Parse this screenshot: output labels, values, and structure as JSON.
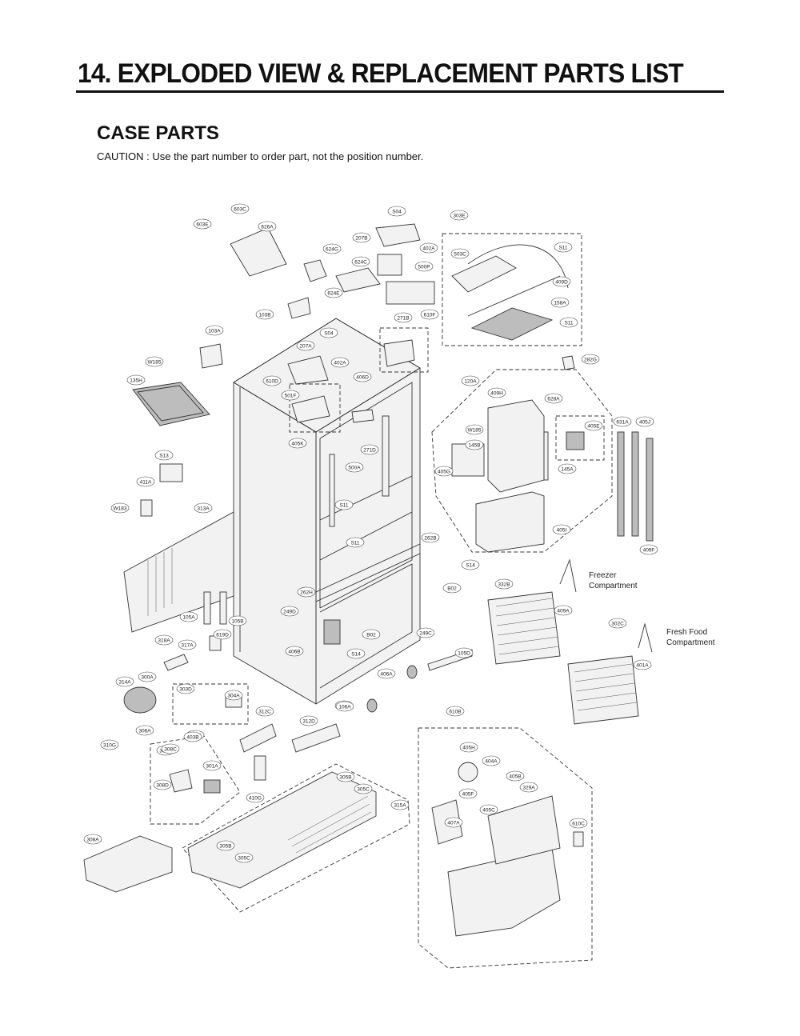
{
  "page": {
    "title": "14. EXPLODED VIEW & REPLACEMENT PARTS LIST",
    "section_title": "CASE PARTS",
    "caution": "CAUTION : Use the part number to order part, not the position number."
  },
  "diagram": {
    "compartment_labels": {
      "freezer_line1": "Freezer",
      "freezer_line2": "Compartment",
      "fresh_line1": "Fresh Food",
      "fresh_line2": "Compartment"
    },
    "callouts": [
      "603E",
      "603C",
      "626A",
      "S04",
      "207B",
      "402A",
      "303E",
      "624G",
      "624C",
      "500P",
      "S11",
      "503C",
      "409D",
      "624E",
      "103B",
      "610F",
      "158A",
      "S11",
      "271B",
      "103A",
      "S04",
      "207A",
      "402A",
      "282G",
      "W185",
      "610D",
      "406D",
      "120A",
      "409H",
      "628A",
      "135H",
      "501F",
      "W185",
      "405E",
      "631A",
      "405J",
      "405K",
      "271D",
      "S13",
      "500A",
      "145B",
      "405G",
      "145A",
      "411A",
      "W183",
      "313A",
      "S11",
      "S11",
      "405I",
      "409F",
      "262B",
      "S14",
      "B02",
      "332B",
      "262H",
      "105A",
      "105B",
      "249D",
      "409A",
      "302C",
      "318A",
      "317A",
      "619D",
      "B02",
      "249C",
      "406B",
      "S14",
      "105D",
      "406A",
      "401A",
      "314A",
      "300A",
      "106A",
      "303D",
      "304A",
      "106A",
      "610B",
      "307A",
      "312C",
      "312D",
      "408B",
      "310G",
      "306A",
      "403B",
      "405H",
      "308C",
      "301A",
      "404A",
      "405B",
      "329A",
      "308D",
      "305B",
      "410G",
      "405F",
      "305C",
      "315A",
      "405C",
      "610C",
      "407A",
      "308A",
      "305B",
      "305C"
    ]
  }
}
